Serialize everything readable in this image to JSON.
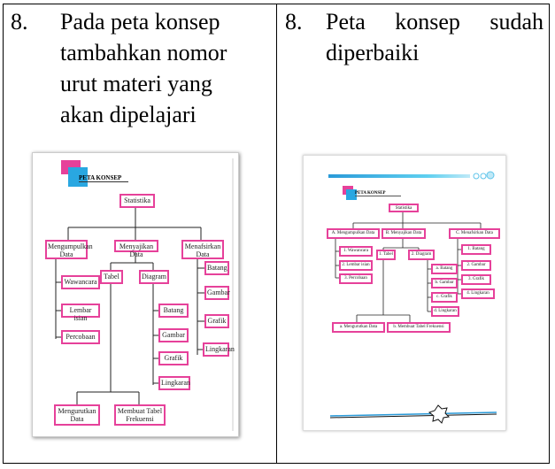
{
  "left": {
    "number": "8.",
    "lines": [
      "Pada peta konsep",
      "tambahkan nomor",
      "urut materi yang",
      "akan dipelajari"
    ],
    "map": {
      "title": "PETA KONSEP",
      "root": "Statistika",
      "level1": [
        "Mengumpulkan Data",
        "Menyajikan Data",
        "Menafsirkan Data"
      ],
      "collect": [
        "Wawancara",
        "Lembar isian",
        "Percobaan"
      ],
      "present": [
        "Tabel",
        "Diagram"
      ],
      "diagram": [
        "Batang",
        "Gambar",
        "Grafik",
        "Lingkaran"
      ],
      "interpret": [
        "Batang",
        "Gambar",
        "Grafik",
        "Lingkaran"
      ],
      "bottom": [
        "Mengurutkan Data",
        "Membuat Tabel Frekuensi"
      ]
    }
  },
  "right": {
    "number": "8.",
    "lines": [
      "Peta konsep sudah",
      "diperbaiki"
    ],
    "map": {
      "title": "PETA KONSEP",
      "root": "Statistika",
      "level1": [
        "A. Mengumpulkan Data",
        "B. Menyajikan Data",
        "C. Menafsirkan Data"
      ],
      "collect": [
        "1. Wawancara",
        "2. Lembar isian",
        "3. Percobaan"
      ],
      "present": [
        "1. Tabel",
        "2. Diagram"
      ],
      "diagram": [
        "a. Batang",
        "b. Gambar",
        "c. Grafik",
        "d. Lingkaran"
      ],
      "interpret": [
        "1. Batang",
        "2. Gambar",
        "3. Grafik",
        "4. Lingkaran"
      ],
      "bottom": [
        "a. Mengurutkan Data",
        "b. Membuat Tabel Frekuensi"
      ]
    }
  }
}
